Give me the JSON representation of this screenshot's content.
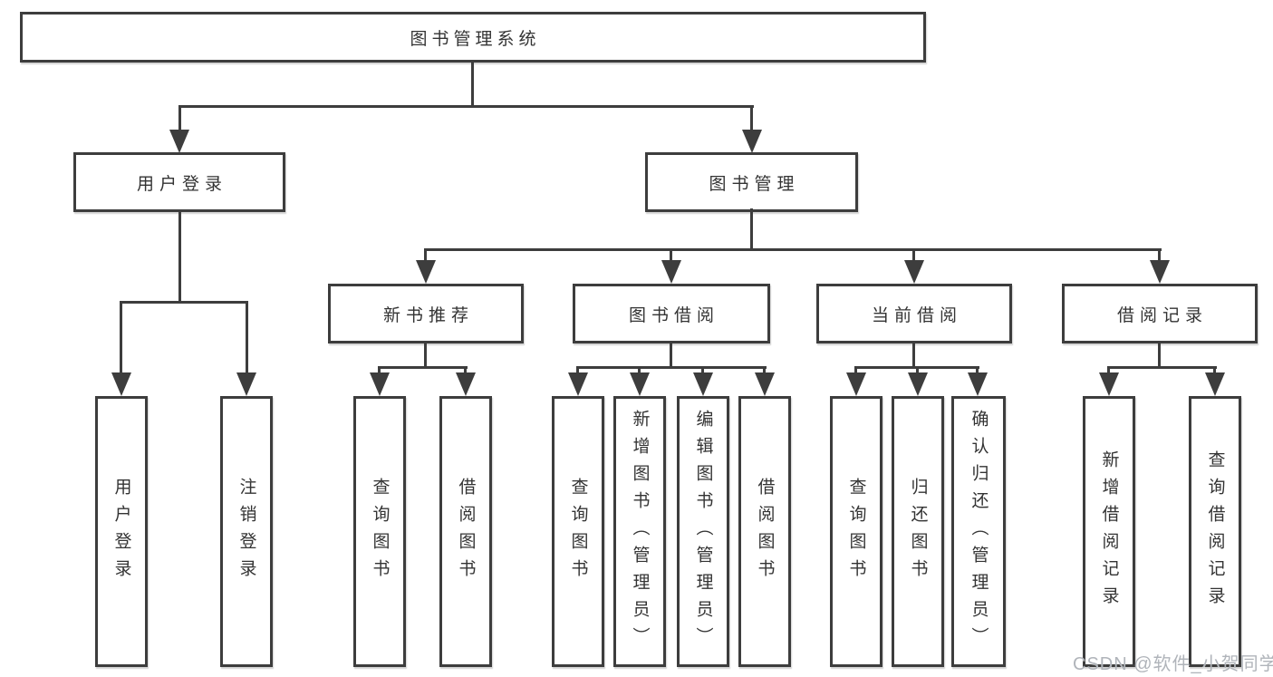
{
  "tree": {
    "root": {
      "label": "图书管理系统",
      "children": [
        {
          "label": "用户登录",
          "children": [
            {
              "label": "用户登录"
            },
            {
              "label": "注销登录"
            }
          ]
        },
        {
          "label": "图书管理",
          "children": [
            {
              "label": "新书推荐",
              "children": [
                {
                  "label": "查询图书"
                },
                {
                  "label": "借阅图书"
                }
              ]
            },
            {
              "label": "图书借阅",
              "children": [
                {
                  "label": "查询图书"
                },
                {
                  "label": "新增图书（管理员）"
                },
                {
                  "label": "编辑图书（管理员）"
                },
                {
                  "label": "借阅图书"
                }
              ]
            },
            {
              "label": "当前借阅",
              "children": [
                {
                  "label": "查询图书"
                },
                {
                  "label": "归还图书"
                },
                {
                  "label": "确认归还（管理员）"
                }
              ]
            },
            {
              "label": "借阅记录",
              "children": [
                {
                  "label": "新增借阅记录"
                },
                {
                  "label": "查询借阅记录"
                }
              ]
            }
          ]
        }
      ]
    }
  },
  "watermark": {
    "text": "CSDN @软件_小贺同学"
  },
  "colors": {
    "line": "#3d3d3d",
    "text": "#333333",
    "watermark": "#b0b4ba",
    "background": "#ffffff"
  }
}
